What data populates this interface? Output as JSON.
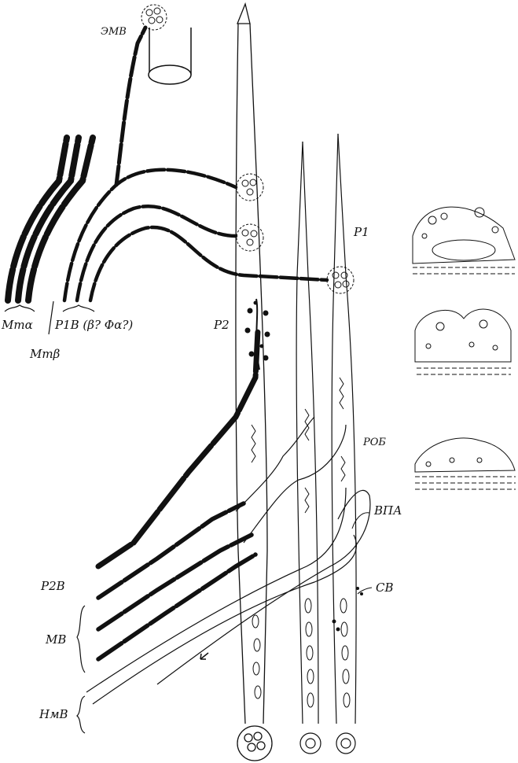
{
  "labels": {
    "emv": "ЭМВ",
    "p1": "P1",
    "p2": "P2",
    "rob": "РОБ",
    "vpa": "ВПА",
    "sv": "СВ",
    "mtalpha": "Мтα",
    "mtbeta": "Мтβ",
    "p1b_group": "P1B (β? Фα?)",
    "p2b": "P2B",
    "mv": "МВ",
    "nmv": "НмВ"
  },
  "colors": {
    "ink": "#111111",
    "paper": "#ffffff"
  }
}
